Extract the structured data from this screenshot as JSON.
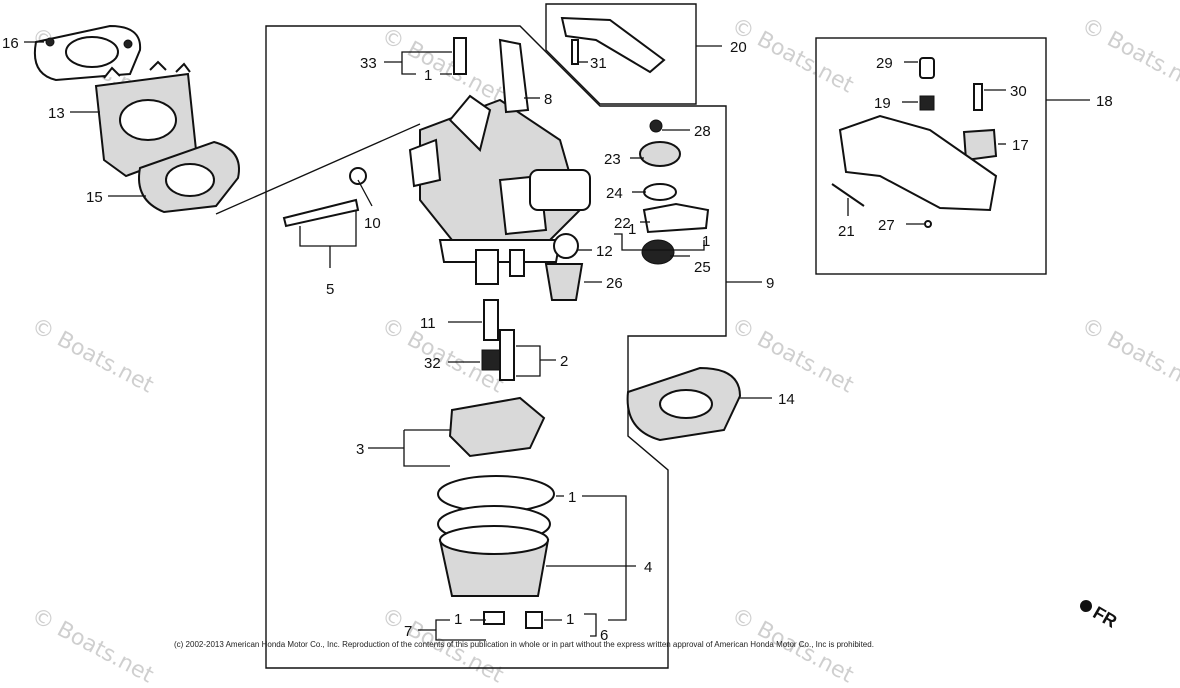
{
  "diagram": {
    "callouts": [
      {
        "id": "16",
        "label": "16"
      },
      {
        "id": "13",
        "label": "13"
      },
      {
        "id": "15",
        "label": "15"
      },
      {
        "id": "33",
        "label": "33"
      },
      {
        "id": "1a",
        "label": "1"
      },
      {
        "id": "8",
        "label": "8"
      },
      {
        "id": "31",
        "label": "31"
      },
      {
        "id": "20",
        "label": "20"
      },
      {
        "id": "29",
        "label": "29"
      },
      {
        "id": "30",
        "label": "30"
      },
      {
        "id": "19",
        "label": "19"
      },
      {
        "id": "18",
        "label": "18"
      },
      {
        "id": "17",
        "label": "17"
      },
      {
        "id": "21",
        "label": "21"
      },
      {
        "id": "27",
        "label": "27"
      },
      {
        "id": "28",
        "label": "28"
      },
      {
        "id": "23",
        "label": "23"
      },
      {
        "id": "24",
        "label": "24"
      },
      {
        "id": "1b",
        "label": "1"
      },
      {
        "id": "22",
        "label": "22"
      },
      {
        "id": "1c",
        "label": "1"
      },
      {
        "id": "12",
        "label": "12"
      },
      {
        "id": "25",
        "label": "25"
      },
      {
        "id": "26",
        "label": "26"
      },
      {
        "id": "9",
        "label": "9"
      },
      {
        "id": "10",
        "label": "10"
      },
      {
        "id": "5",
        "label": "5"
      },
      {
        "id": "11",
        "label": "11"
      },
      {
        "id": "32",
        "label": "32"
      },
      {
        "id": "2",
        "label": "2"
      },
      {
        "id": "14",
        "label": "14"
      },
      {
        "id": "3",
        "label": "3"
      },
      {
        "id": "1d",
        "label": "1"
      },
      {
        "id": "4",
        "label": "4"
      },
      {
        "id": "7",
        "label": "7"
      },
      {
        "id": "1e",
        "label": "1"
      },
      {
        "id": "1f",
        "label": "1"
      },
      {
        "id": "6",
        "label": "6"
      }
    ],
    "watermark": "© Boats.net",
    "copyright": "(c) 2002-2013 American Honda Motor Co., Inc. Reproduction of the contents of this publication in whole or in part without the express written approval of American Honda Motor Co., Inc is prohibited.",
    "front_mark": "FR"
  }
}
